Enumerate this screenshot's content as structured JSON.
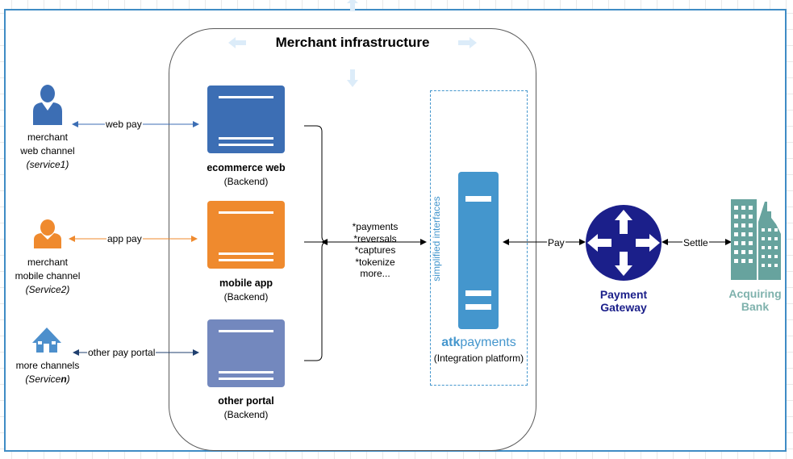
{
  "title": "Merchant infrastructure",
  "channels": [
    {
      "name": "merchant",
      "line2": "web channel",
      "service": "(service1)",
      "edge": "web pay",
      "color": "#3c6eb4"
    },
    {
      "name": "merchant",
      "line2": "mobile channel",
      "service": "(Service2)",
      "edge": "app pay",
      "color": "#ef8a2e"
    },
    {
      "name": "more channels",
      "service_prefix": "(Service",
      "service_bold": "n",
      "service_suffix": ")",
      "edge": "other pay portal",
      "color": "#4d8fcc"
    }
  ],
  "backends": [
    {
      "name": "ecommerce web",
      "sub": "(Backend)",
      "color": "#3c6eb4"
    },
    {
      "name": "mobile app",
      "sub": "(Backend)",
      "color": "#ef8a2e"
    },
    {
      "name": "other portal",
      "sub": "(Backend)",
      "color": "#7388be"
    }
  ],
  "operations": [
    "*payments",
    "*reversals",
    "*captures",
    "*tokenize",
    "more..."
  ],
  "platform": {
    "brand_bold": "atk",
    "brand_rest": "payments",
    "subtitle": "(Integration platform)",
    "interfaces_label": "simplified interfaces",
    "color": "#4496cd"
  },
  "gateway": {
    "line1": "Payment",
    "line2": "Gateway",
    "edge": "Pay",
    "color": "#1b1f8a"
  },
  "bank": {
    "line1": "Acquiring",
    "line2": "Bank",
    "edge": "Settle",
    "color": "#67a39e"
  }
}
